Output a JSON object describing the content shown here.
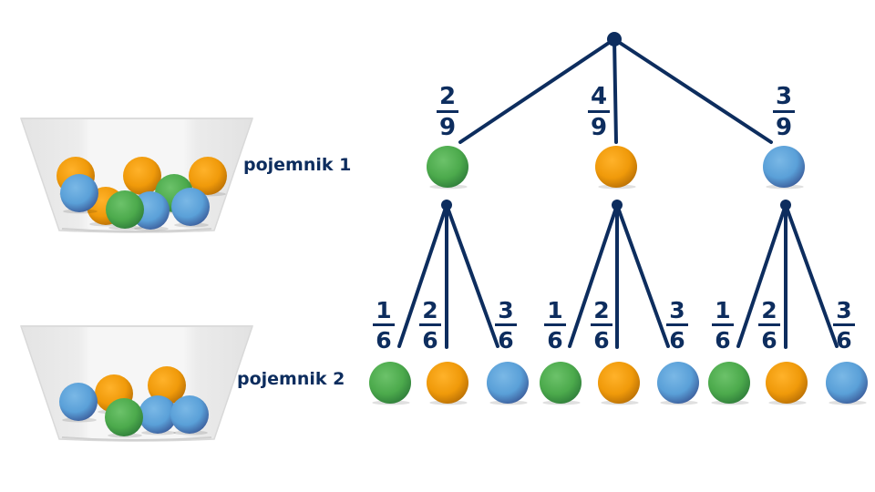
{
  "colors": {
    "ink": "#0d2d5e",
    "green": "#4caa4c",
    "orange": "#f09a0a",
    "blue": "#5aa0d8"
  },
  "containers": [
    {
      "label": "pojemnik 1",
      "balls": [
        "orange",
        "blue",
        "orange",
        "green",
        "orange",
        "blue",
        "green",
        "orange",
        "blue"
      ]
    },
    {
      "label": "pojemnik 2",
      "balls": [
        "blue",
        "orange",
        "orange",
        "green",
        "blue",
        "blue"
      ]
    }
  ],
  "tree": {
    "level1": [
      {
        "color": "green",
        "num": "2",
        "den": "9"
      },
      {
        "color": "orange",
        "num": "4",
        "den": "9"
      },
      {
        "color": "blue",
        "num": "3",
        "den": "9"
      }
    ],
    "level2": [
      {
        "color": "green",
        "num": "1",
        "den": "6"
      },
      {
        "color": "orange",
        "num": "2",
        "den": "6"
      },
      {
        "color": "blue",
        "num": "3",
        "den": "6"
      }
    ]
  }
}
